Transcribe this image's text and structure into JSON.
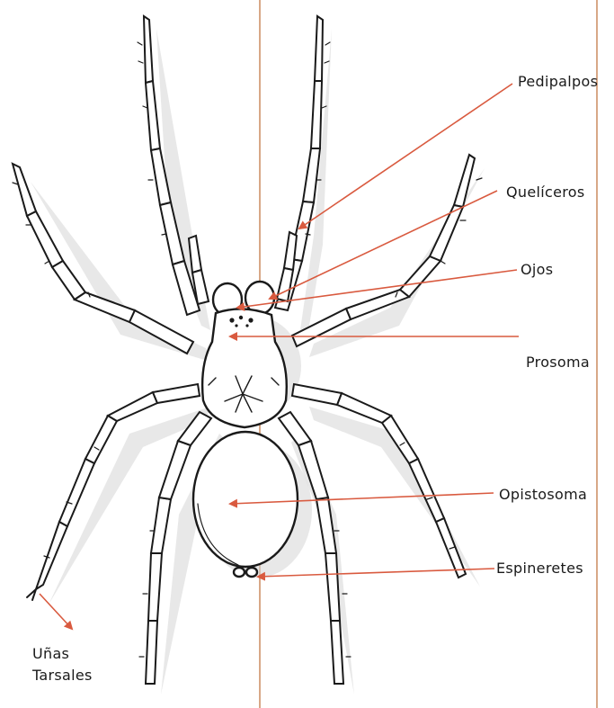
{
  "colors": {
    "guide_line": "#d8a887",
    "arrow": "#d95a3f",
    "outline": "#1a1a1a",
    "shadow": "#d6d6d6"
  },
  "labels": {
    "pedipalpos": "Pedipalpos",
    "queliceros": "Quelíceros",
    "ojos": "Ojos",
    "prosoma": "Prosoma",
    "opistosoma": "Opistosoma",
    "espineretes": "Espineretes",
    "unas": "Uñas",
    "tarsales": "Tarsales"
  }
}
